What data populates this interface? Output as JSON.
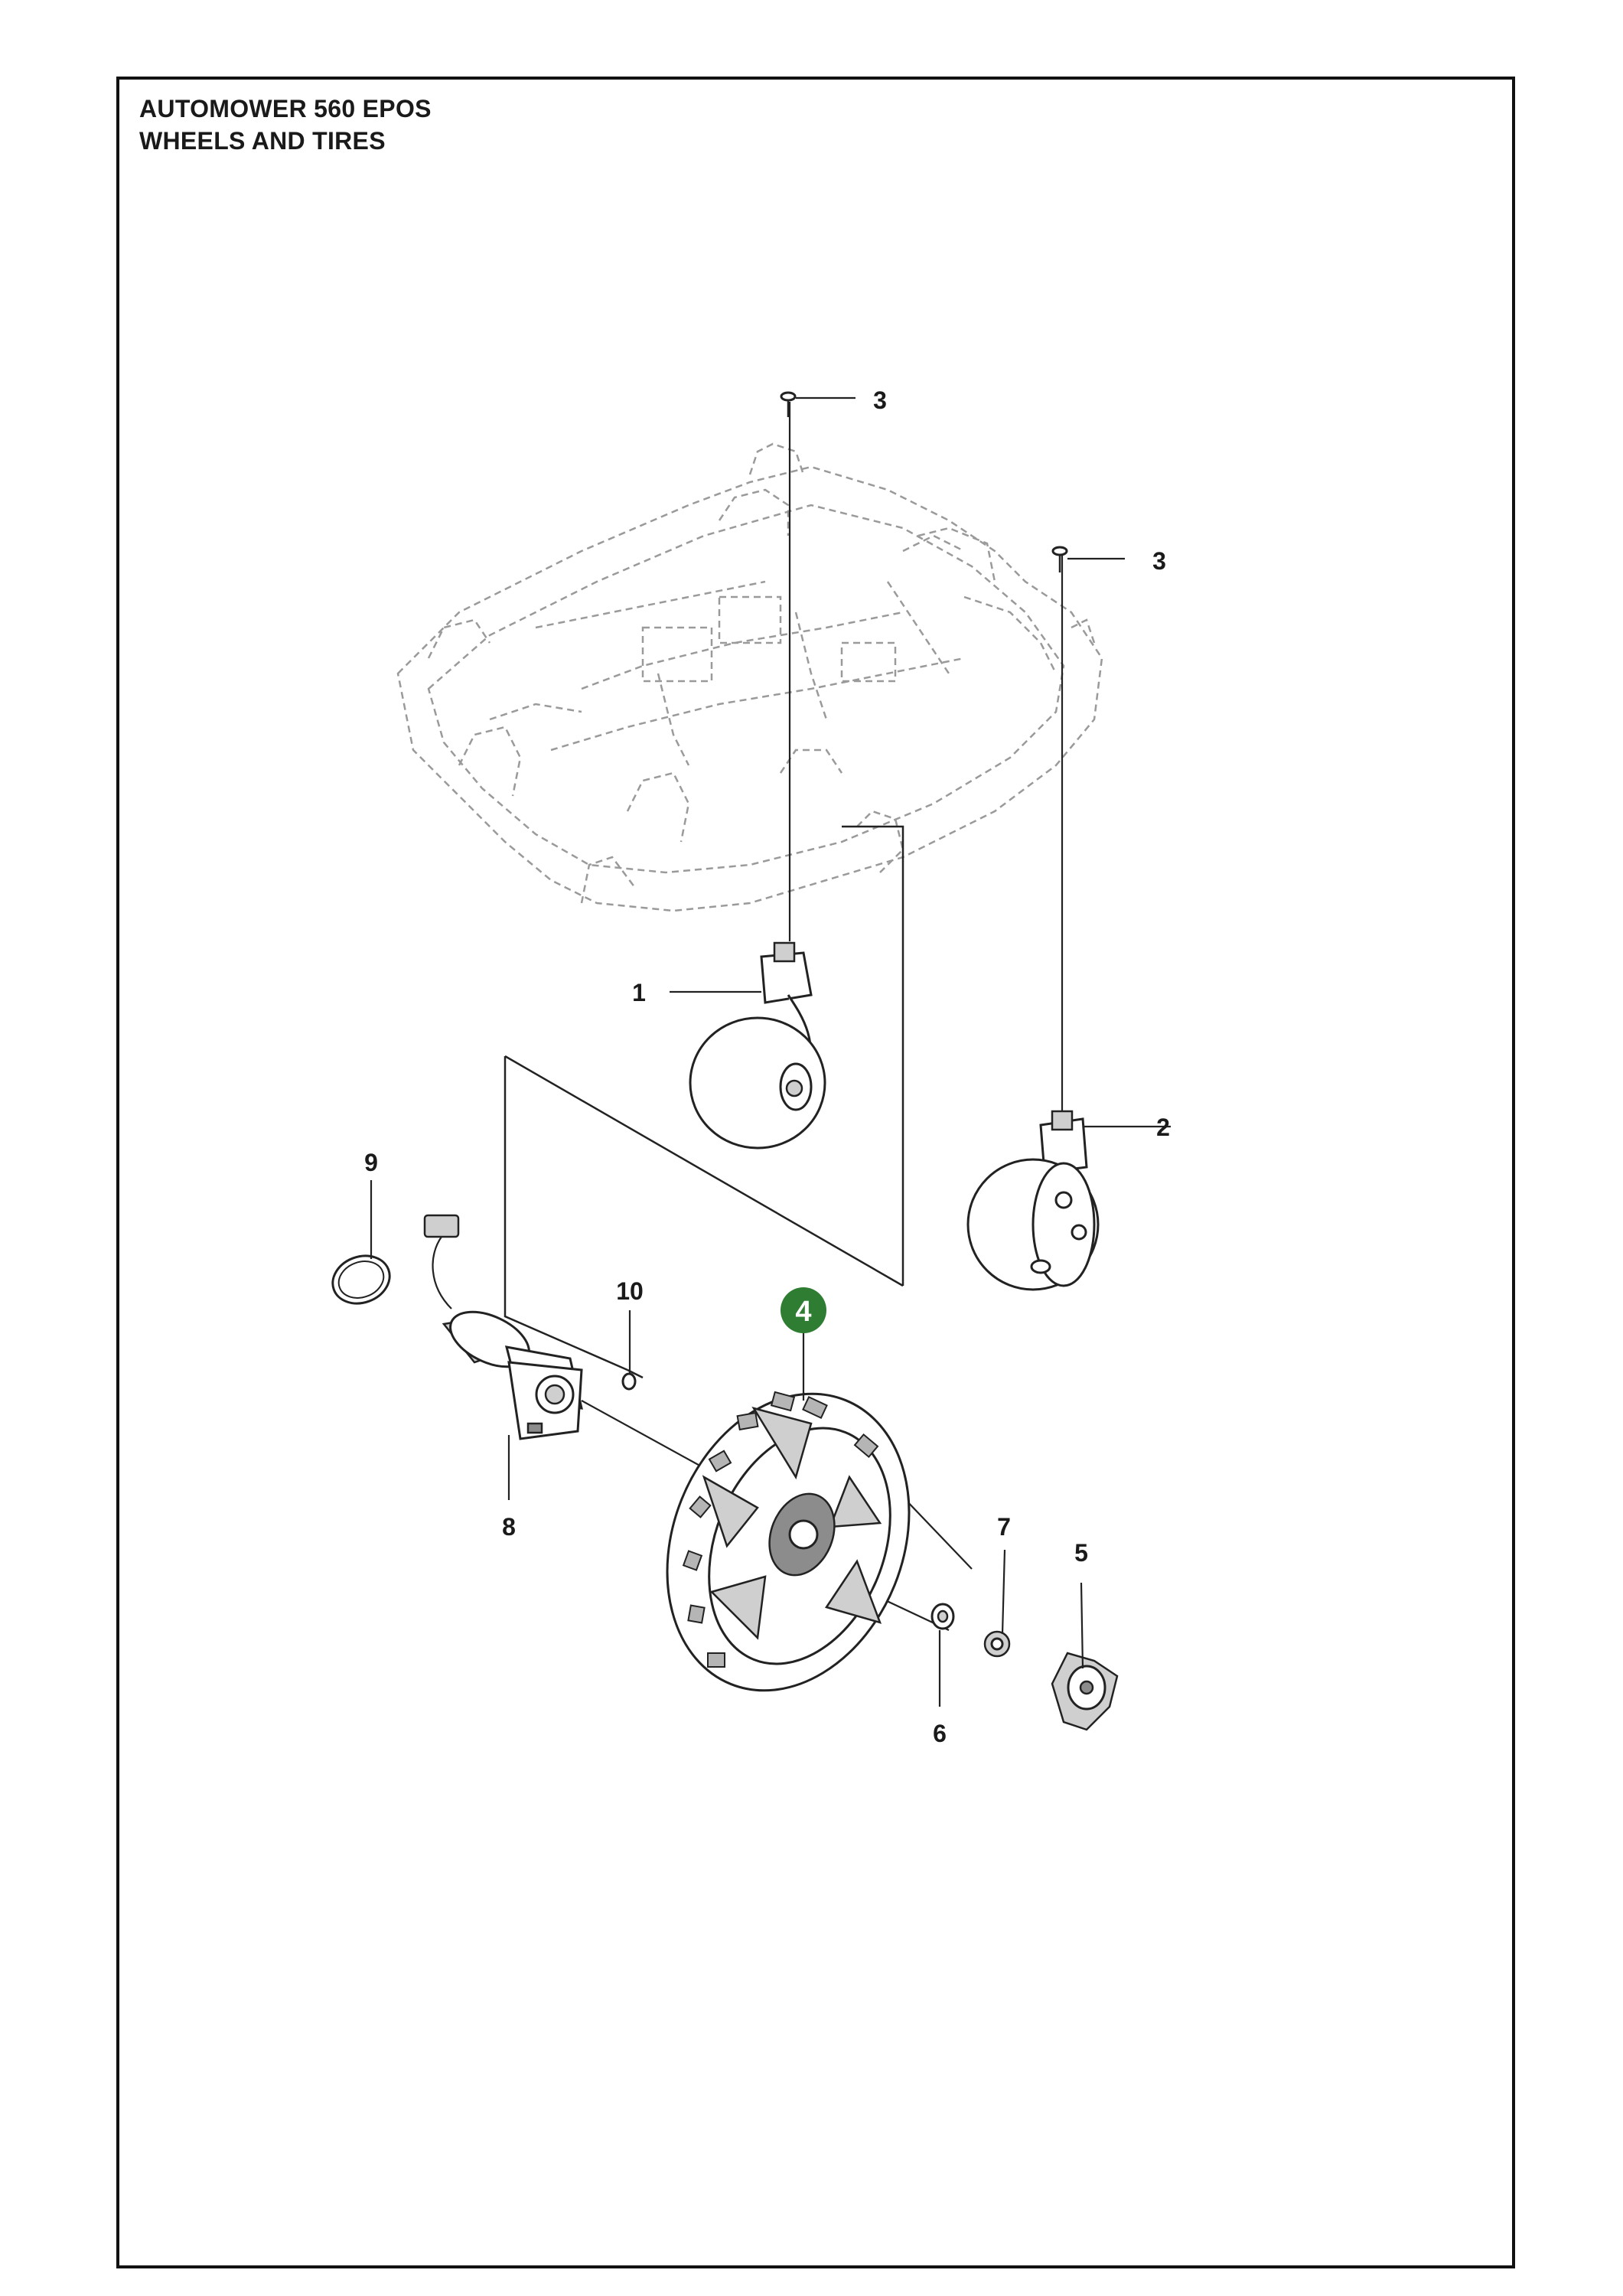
{
  "title": {
    "line1": "AUTOMOWER 560 EPOS",
    "line2": "WHEELS AND TIRES"
  },
  "highlight_color": "#2e7d32",
  "callouts": [
    {
      "label": "1"
    },
    {
      "label": "2"
    },
    {
      "label": "3"
    },
    {
      "label": "3"
    },
    {
      "label": "4",
      "highlighted": true
    },
    {
      "label": "5"
    },
    {
      "label": "6"
    },
    {
      "label": "7"
    },
    {
      "label": "8"
    },
    {
      "label": "9"
    },
    {
      "label": "10"
    }
  ]
}
